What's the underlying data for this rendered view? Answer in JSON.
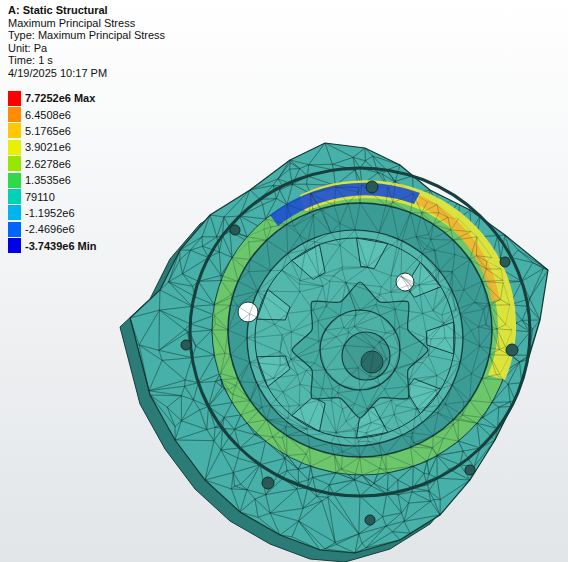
{
  "diagram": {
    "title": "A: Static Structural",
    "labels": [
      "Maximum Principal Stress",
      "Type: Maximum Principal Stress",
      "Unit: Pa",
      "Time: 1 s",
      "4/19/2025 10:17 PM"
    ],
    "legend": [
      {
        "text": "7.7252e6 Max",
        "color": "#ff0000"
      },
      {
        "text": "6.4508e6",
        "color": "#ff8c00"
      },
      {
        "text": "5.1765e6",
        "color": "#ffc800"
      },
      {
        "text": "3.9021e6",
        "color": "#e8f000"
      },
      {
        "text": "2.6278e6",
        "color": "#96e600"
      },
      {
        "text": "1.3535e6",
        "color": "#2fd94a"
      },
      {
        "text": "79110",
        "color": "#00d2b4"
      },
      {
        "text": "-1.1952e6",
        "color": "#00b4f0"
      },
      {
        "text": "-2.4696e6",
        "color": "#0064ff"
      },
      {
        "text": "-3.7439e6 Min",
        "color": "#0000e6"
      }
    ]
  }
}
